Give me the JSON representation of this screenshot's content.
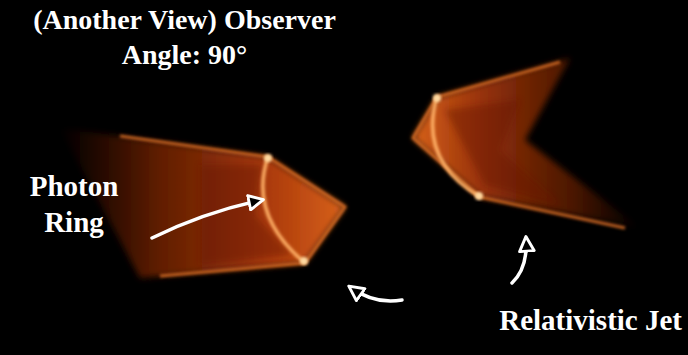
{
  "diagram": {
    "title": "(Another View) Observer Angle: 90°",
    "labels": [
      "Photon Ring",
      "Relativistic Jet"
    ]
  }
}
